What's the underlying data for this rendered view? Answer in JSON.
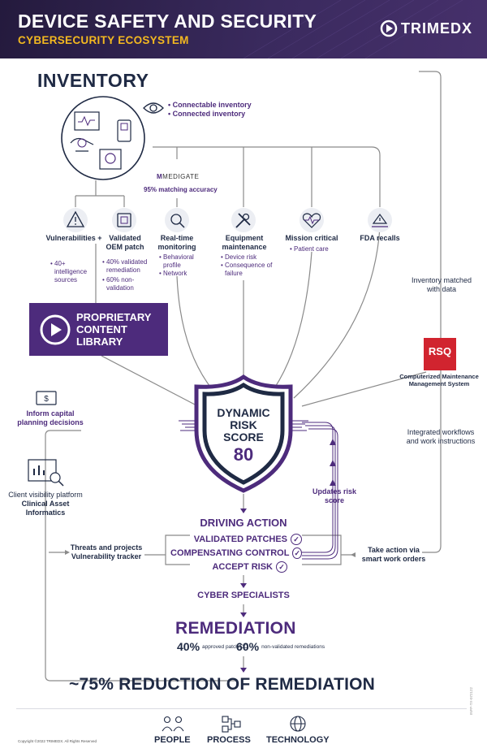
{
  "header": {
    "title": "DEVICE SAFETY AND SECURITY",
    "subtitle": "CYBERSECURITY ECOSYSTEM",
    "brand": "TRIMEDX"
  },
  "inventory": {
    "title": "INVENTORY",
    "legend": [
      "Connectable inventory",
      "Connected inventory"
    ]
  },
  "medigate": {
    "name": "MEDIGATE",
    "accuracy": "95% matching accuracy"
  },
  "categories": {
    "vulnerabilities": {
      "label": "Vulnerabilities +",
      "bullets": [
        "40+ intelligence sources"
      ]
    },
    "oem_patch": {
      "label": "Validated OEM patch",
      "bullets": [
        "40% validated remediation",
        "60% non-validation"
      ]
    },
    "monitoring": {
      "label": "Real-time monitoring",
      "bullets": [
        "Behavioral profile",
        "Network"
      ]
    },
    "equipment": {
      "label": "Equipment maintenance",
      "bullets": [
        "Device risk",
        "Consequence of failure"
      ]
    },
    "mission": {
      "label": "Mission critical",
      "bullets": [
        "Patient care"
      ]
    },
    "fda": {
      "label": "FDA recalls"
    }
  },
  "library": {
    "line1": "PROPRIETARY",
    "line2": "CONTENT",
    "line3": "LIBRARY"
  },
  "right_side": {
    "matched": "Inventory matched with data",
    "rsq_logo": "RSQ",
    "cmms": "Computerized Maintenance Management System",
    "workflows": "Integrated workflows and work instructions",
    "take_action": "Take action via smart work orders"
  },
  "left_side": {
    "capital": "Inform capital planning decisions",
    "platform_line1": "Client visibility platform",
    "platform_line2": "Clinical Asset Informatics",
    "threats": "Threats and projects Vulnerability tracker"
  },
  "score": {
    "line1": "DYNAMIC",
    "line2": "RISK",
    "line3": "SCORE",
    "value": "80",
    "updates": "Updates risk score"
  },
  "actions": {
    "title": "DRIVING ACTION",
    "items": [
      "VALIDATED PATCHES",
      "COMPENSATING CONTROL",
      "ACCEPT RISK"
    ],
    "specialists": "CYBER SPECIALISTS"
  },
  "remediation": {
    "title": "REMEDIATION",
    "stat1_value": "40%",
    "stat1_label": "approved patch/CC",
    "stat2_value": "60%",
    "stat2_label": "non-validated remediations"
  },
  "reduction": "~75% REDUCTION OF REMEDIATION",
  "footer": {
    "copyright": "Copyright ©2022 TRIMEDX. All Rights Reserved",
    "people": "PEOPLE",
    "process": "PROCESS",
    "technology": "TECHNOLOGY",
    "code": "INFP-TX-072122"
  },
  "colors": {
    "purple": "#4d2b7c",
    "navy": "#1f2a44",
    "gold": "#f3b820",
    "rsq_red": "#d1242f"
  }
}
